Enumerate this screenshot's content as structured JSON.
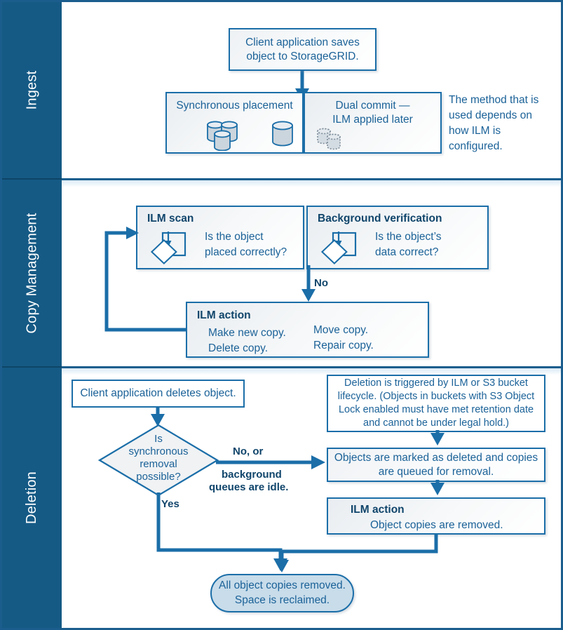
{
  "diagram": {
    "title": "StorageGRID object lifecycle: ingest, copy management, and deletion",
    "colors": {
      "lane_band": "#155A85",
      "frame": "#1b5e8e",
      "box_border": "#1b6ea8",
      "text": "#1b6298",
      "heading": "#10456b",
      "stadium_fill": "#c8dcea"
    }
  },
  "lanes": [
    {
      "id": "ingest",
      "label": "Ingest"
    },
    {
      "id": "copy-management",
      "label": "Copy Management"
    },
    {
      "id": "deletion",
      "label": "Deletion"
    }
  ],
  "ingest": {
    "client_save": "Client application saves\nobject to StorageGRID.",
    "client_save_line1": "Client application saves",
    "client_save_line2": "object to StorageGRID.",
    "synchronous_placement": "Synchronous placement",
    "dual_commit_line1": "Dual commit —",
    "dual_commit_line2": "ILM applied later",
    "note_line1": "The method that is",
    "note_line2": "used depends on",
    "note_line3": "how ILM is",
    "note_line4": "configured.",
    "icons": {
      "copies": "stacked-cylinders-icon",
      "single": "cylinder-icon",
      "pending": "dashed-cylinders-icon"
    }
  },
  "copy_management": {
    "ilm_scan_title": "ILM scan",
    "ilm_scan_q_line1": "Is the object",
    "ilm_scan_q_line2": "placed correctly?",
    "background_verification_title": "Background verification",
    "background_verification_q_line1": "Is the object’s",
    "background_verification_q_line2": "data correct?",
    "no_label": "No",
    "ilm_action_title": "ILM action",
    "ilm_action_col1_line1": "Make new copy.",
    "ilm_action_col1_line2": "Delete copy.",
    "ilm_action_col2_line1": "Move copy.",
    "ilm_action_col2_line2": "Repair copy."
  },
  "deletion": {
    "client_delete": "Client application deletes object.",
    "decision_line1": "Is",
    "decision_line2": "synchronous",
    "decision_line3": "removal",
    "decision_line4": "possible?",
    "yes_label": "Yes",
    "no_label_line1": "No, or",
    "no_label_line2": "background",
    "no_label_line3": "queues are idle.",
    "trigger_line1": "Deletion is triggered by ILM or  S3 bucket",
    "trigger_line2": "lifecycle. (Objects in buckets with S3 Object",
    "trigger_line3": "Lock enabled must have met retention date",
    "trigger_line4": "and cannot be under legal hold.)",
    "marked_line1": "Objects are marked as deleted and copies",
    "marked_line2": "are queued for removal.",
    "ilm_action_title": "ILM action",
    "ilm_action_text": "Object copies are removed.",
    "final_line1": "All object copies removed.",
    "final_line2": "Space is reclaimed."
  }
}
